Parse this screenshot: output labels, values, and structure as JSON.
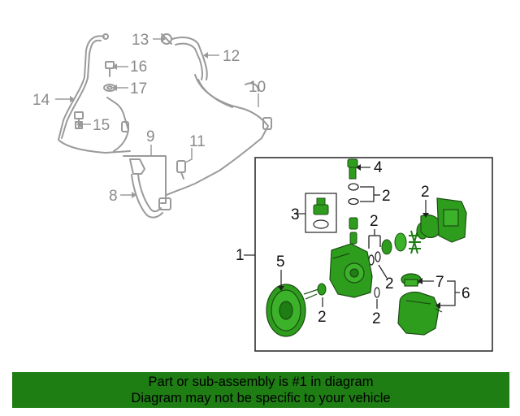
{
  "callouts": {
    "c1": "1",
    "c2a": "2",
    "c2b": "2",
    "c2c": "2",
    "c2d": "2",
    "c2e": "2",
    "c2f": "2",
    "c3": "3",
    "c4": "4",
    "c5": "5",
    "c6": "6",
    "c7": "7",
    "c8": "8",
    "c9": "9",
    "c10": "10",
    "c11": "11",
    "c12": "12",
    "c13": "13",
    "c14": "14",
    "c15": "15",
    "c16": "16",
    "c17": "17"
  },
  "banner": {
    "line1": "Part or sub-assembly is #1 in diagram",
    "line2": "Diagram may not be specific to your vehicle"
  },
  "colors": {
    "highlight_green": "#1f8a14",
    "part_green": "#2e9d1e",
    "line_gray": "#9a9a9a",
    "banner_bg": "#1e7d13"
  }
}
